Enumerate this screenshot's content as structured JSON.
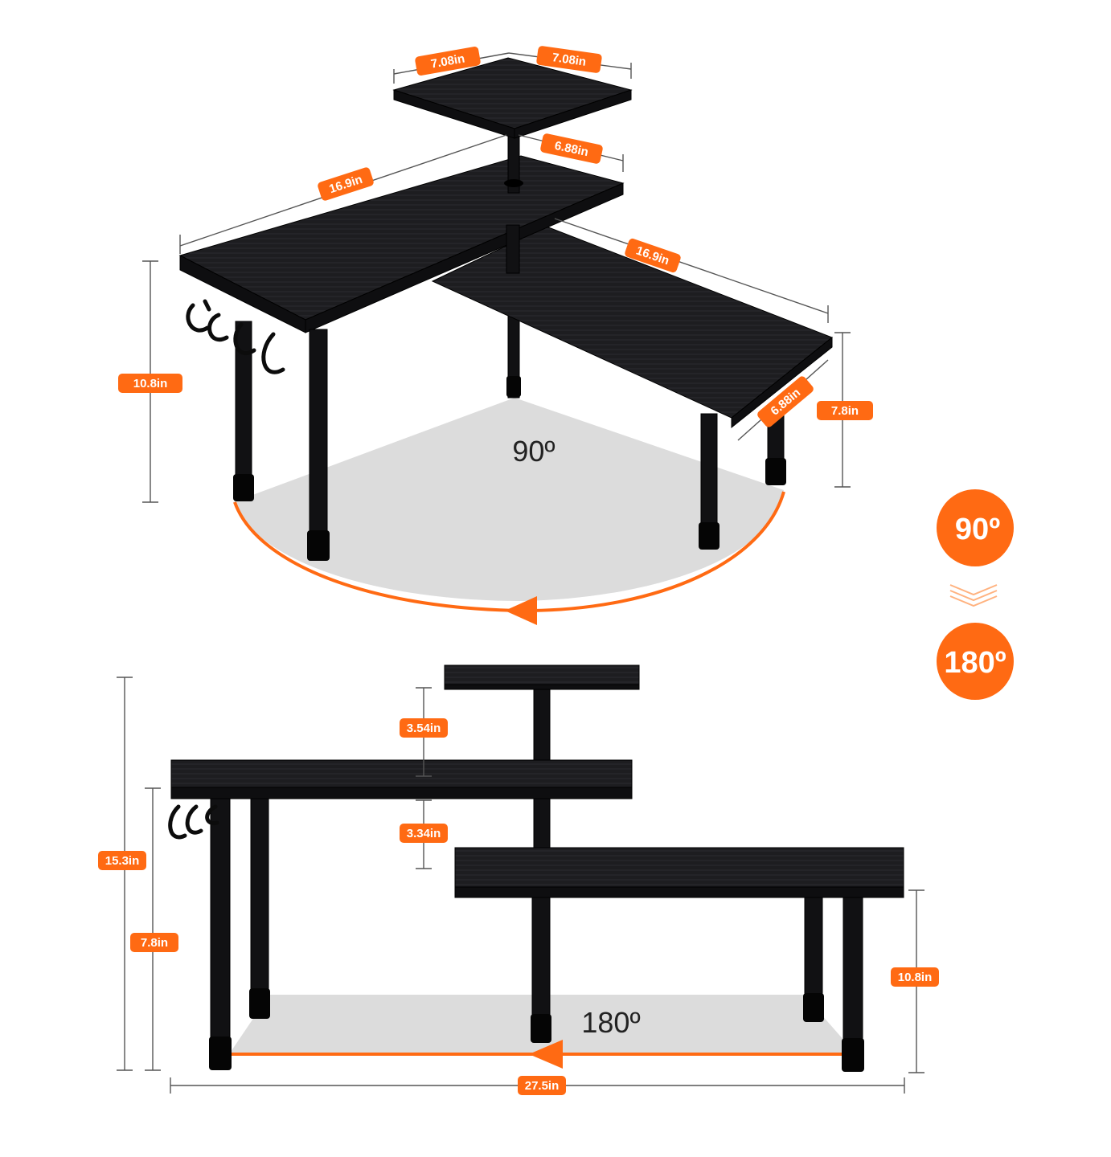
{
  "colors": {
    "accent": "#ff6a13",
    "shelf": "#1c1c1e",
    "floor": "#dcdcdc",
    "guide_line": "#555555"
  },
  "top_view": {
    "dims": {
      "top_shelf_left": "7.08in",
      "top_shelf_right": "7.08in",
      "middle_depth": "6.88in",
      "long_left": "16.9in",
      "long_right": "16.9in",
      "height_left": "10.8in",
      "height_right": "7.8in",
      "lower_depth": "6.88in"
    },
    "angle": "90º"
  },
  "badges": {
    "from": "90º",
    "to": "180º",
    "chevrons_icon": "chevron-down-icon"
  },
  "bottom_view": {
    "dims": {
      "top_gap": "3.54in",
      "middle_gap": "3.34in",
      "total_height": "15.3in",
      "left_height": "7.8in",
      "right_height": "10.8in",
      "total_width": "27.5in"
    },
    "angle": "180º"
  }
}
